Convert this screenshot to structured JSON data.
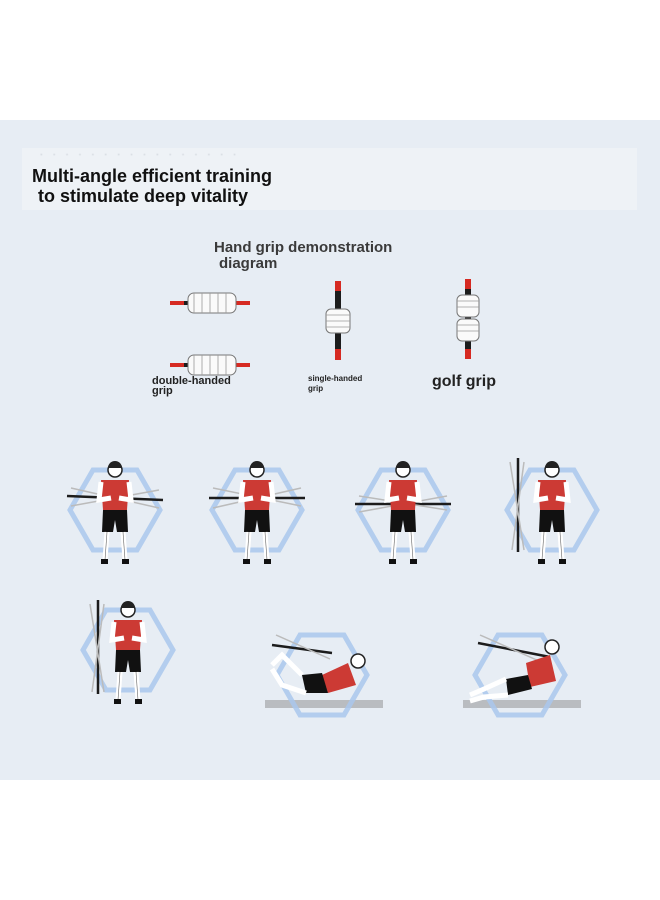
{
  "headline": {
    "line1": "Multi-angle efficient training",
    "line2": "to stimulate deep vitality"
  },
  "grip_section": {
    "title_line1": "Hand grip demonstration",
    "title_line2": "diagram",
    "labels": {
      "double": "double-handed grip",
      "single": "single-handed grip",
      "golf": "golf grip"
    }
  },
  "colors": {
    "panel": "#e7edf4",
    "shirt": "#cc3a34",
    "bar": "#1c1c1c",
    "bar_end": "#d62a22",
    "hexagon": "#a9c7ec",
    "mat": "#b9bcc0"
  },
  "icons": [
    "hand-grip-icon",
    "exercise-figure-icon",
    "flex-bar-icon"
  ]
}
